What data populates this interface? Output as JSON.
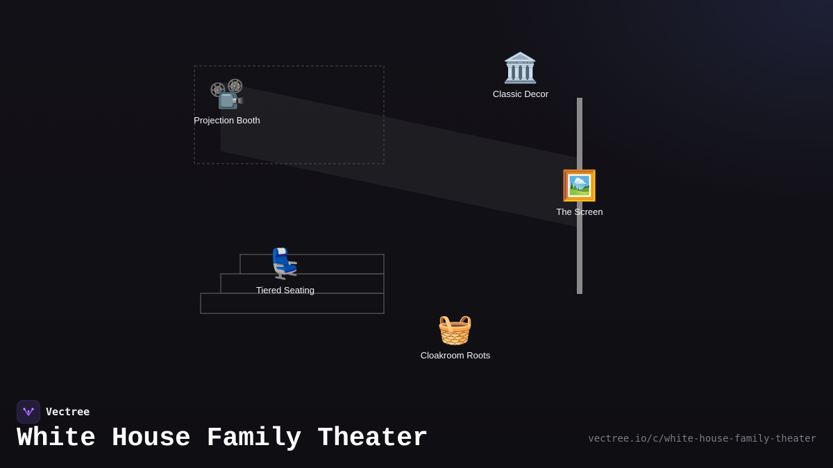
{
  "brand": {
    "name": "Vectree",
    "logo_icon": "vectree-logo-icon",
    "accent": "#a259ff"
  },
  "title": "White House Family Theater",
  "url": "vectree.io/c/white-house-family-theater",
  "colors": {
    "background": "#111015",
    "screen_bar": "#8a8a8a",
    "outline": "#5a5a60",
    "label": "#f2f2f4"
  },
  "nodes": {
    "projection_booth": {
      "label": "Projection Booth",
      "emoji": "📽️",
      "icon": "film-projector-icon"
    },
    "classic_decor": {
      "label": "Classic Decor",
      "emoji": "🏛️",
      "icon": "classical-building-icon"
    },
    "the_screen": {
      "label": "The Screen",
      "emoji": "🖼️",
      "icon": "framed-picture-icon"
    },
    "tiered_seating": {
      "label": "Tiered Seating",
      "emoji": "💺",
      "icon": "seat-icon"
    },
    "cloakroom_roots": {
      "label": "Cloakroom Roots",
      "emoji": "🧺",
      "icon": "basket-icon"
    }
  }
}
